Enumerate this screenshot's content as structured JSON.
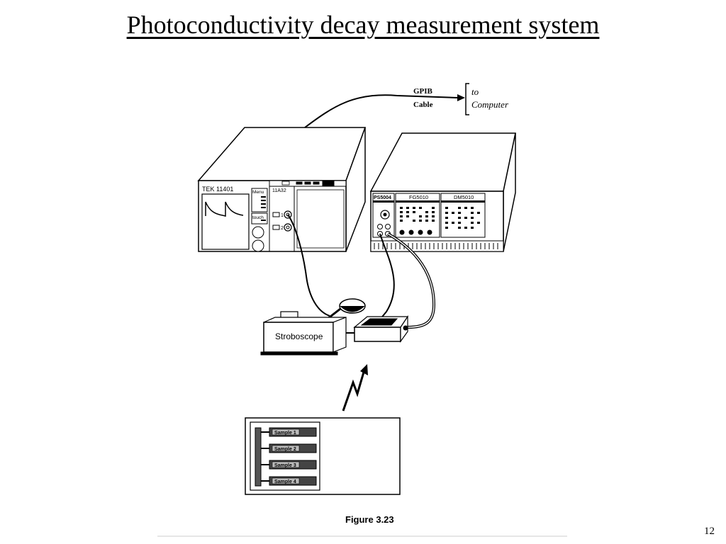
{
  "slide": {
    "title": "Photoconductivity decay measurement system",
    "page_number": "12"
  },
  "diagram": {
    "gpib_label_line1": "GPIB",
    "gpib_label_line2": "Cable",
    "computer_label_line1": "to",
    "computer_label_line2": "Computer",
    "oscilloscope": {
      "name": "TEK 11401",
      "plugin": "11A32",
      "menu": "Menu",
      "touch": "touch",
      "channel1": "1",
      "channel2": "2"
    },
    "instrument_rack": {
      "module1": "PS5004",
      "module2": "FG5010",
      "module3": "DM5010"
    },
    "stroboscope": "Stroboscope",
    "samples": [
      "Sample 1",
      "Sample 2",
      "Sample 3",
      "Sample 4"
    ],
    "figure_caption": "Figure 3.23"
  }
}
